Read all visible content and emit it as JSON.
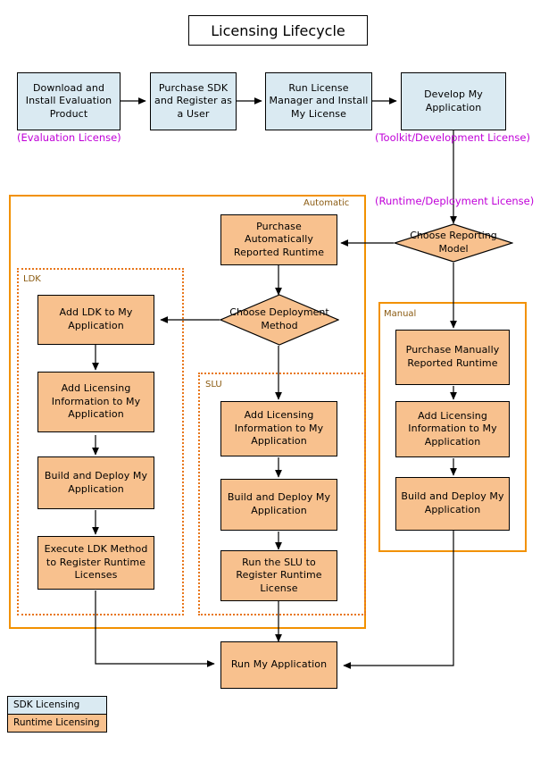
{
  "diagram": {
    "title": "Licensing Lifecycle",
    "colors": {
      "sdk_fill": "#daeaf2",
      "runtime_fill": "#f8c18e",
      "group_solid_border": "#f29100",
      "group_dotted_border": "#e8761a",
      "group_label": "#8a5a10",
      "license_caption": "#c000d8",
      "node_border": "#000000",
      "connector": "#000000",
      "background": "#ffffff"
    }
  },
  "sdk_flow": {
    "nodes": [
      {
        "id": "download",
        "label": "Download and Install Evaluation Product"
      },
      {
        "id": "purchase",
        "label": "Purchase SDK and Register as a User"
      },
      {
        "id": "licmgr",
        "label": "Run License Manager and Install My License"
      },
      {
        "id": "develop",
        "label": "Develop My Application"
      }
    ]
  },
  "license_captions": [
    {
      "id": "evaluation",
      "label": "(Evaluation License)"
    },
    {
      "id": "toolkit",
      "label": "(Toolkit/Development License)"
    },
    {
      "id": "runtime",
      "label": "(Runtime/Deployment License)"
    }
  ],
  "decisions": [
    {
      "id": "reporting-model",
      "label": "Choose Reporting Model"
    },
    {
      "id": "deployment-method",
      "label": "Choose Deployment Method"
    }
  ],
  "groups": [
    {
      "id": "automatic",
      "label": "Automatic"
    },
    {
      "id": "manual",
      "label": "Manual"
    },
    {
      "id": "ldk",
      "label": "LDK"
    },
    {
      "id": "slu",
      "label": "SLU"
    }
  ],
  "automatic_branch": {
    "purchase_auto": "Purchase Automatically Reported Runtime"
  },
  "ldk_branch": {
    "steps": [
      "Add LDK to My Application",
      "Add Licensing Information to My Application",
      "Build and Deploy My Application",
      "Execute LDK Method to Register Runtime Licenses"
    ]
  },
  "slu_branch": {
    "steps": [
      "Add Licensing Information to My Application",
      "Build and Deploy My Application",
      "Run the SLU to Register Runtime License"
    ]
  },
  "manual_branch": {
    "steps": [
      "Purchase Manually Reported Runtime",
      "Add Licensing Information to My Application",
      "Build and Deploy My Application"
    ]
  },
  "final": {
    "run_app": "Run My Application"
  },
  "legend": {
    "rows": [
      {
        "id": "sdk",
        "label": "SDK Licensing",
        "swatch": "#daeaf2"
      },
      {
        "id": "runtime",
        "label": "Runtime Licensing",
        "swatch": "#f8c18e"
      }
    ]
  }
}
